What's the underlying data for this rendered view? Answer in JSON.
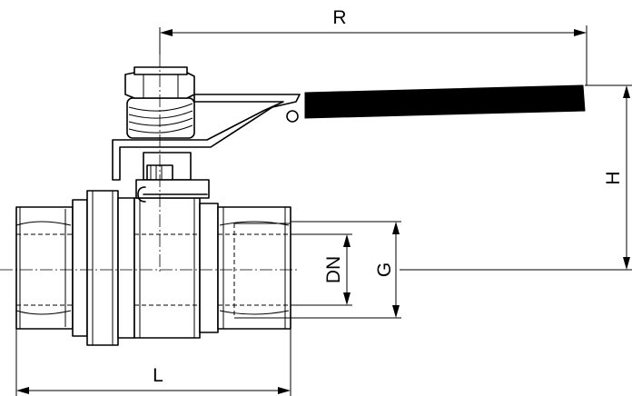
{
  "dimensions": {
    "R": "R",
    "H": "H",
    "DN": "DN",
    "G": "G",
    "L": "L"
  }
}
